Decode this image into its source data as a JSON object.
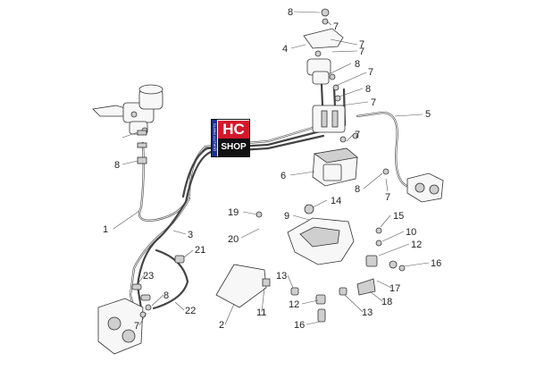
{
  "logo": {
    "line1": "HC",
    "line2": "SHOP",
    "strip": "QUALITY PARTS"
  },
  "callouts": [
    "8",
    "7",
    "7",
    "4",
    "7",
    "8",
    "7",
    "8",
    "7",
    "5",
    "7",
    "8",
    "6",
    "8",
    "7",
    "14",
    "9",
    "19",
    "15",
    "20",
    "10",
    "12",
    "16",
    "21",
    "3",
    "1",
    "23",
    "13",
    "17",
    "8",
    "12",
    "18",
    "22",
    "7",
    "2",
    "11",
    "13",
    "16"
  ]
}
